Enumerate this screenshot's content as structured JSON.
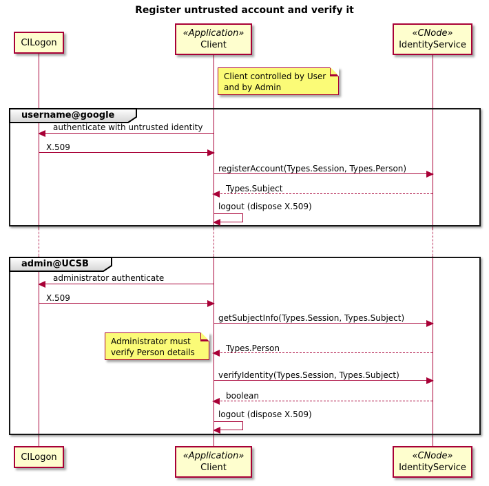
{
  "title": "Register untrusted account and verify it",
  "colors": {
    "accent": "#A80036",
    "participant_fill": "#FEFECE",
    "note_fill": "#FBFB77",
    "frame_border": "#000000"
  },
  "participants": [
    {
      "stereotype": "",
      "name": "CILogon"
    },
    {
      "stereotype": "«Application»",
      "name": "Client"
    },
    {
      "stereotype": "«CNode»",
      "name": "IdentityService"
    }
  ],
  "notes": [
    {
      "lines": [
        "Client controlled by User",
        "and by Admin"
      ]
    },
    {
      "lines": [
        "Administrator must",
        "verify Person details"
      ]
    }
  ],
  "frames": [
    {
      "label": "username@google",
      "messages": [
        {
          "label": "authenticate with untrusted identity",
          "from": "Client",
          "to": "CILogon",
          "style": "solid"
        },
        {
          "label": "X.509",
          "from": "CILogon",
          "to": "Client",
          "style": "solid"
        },
        {
          "label": "registerAccount(Types.Session, Types.Person)",
          "from": "Client",
          "to": "IdentityService",
          "style": "solid"
        },
        {
          "label": "Types.Subject",
          "from": "IdentityService",
          "to": "Client",
          "style": "dashed"
        },
        {
          "label": "logout (dispose X.509)",
          "from": "Client",
          "to": "Client",
          "style": "self"
        }
      ]
    },
    {
      "label": "admin@UCSB",
      "messages": [
        {
          "label": "administrator authenticate",
          "from": "Client",
          "to": "CILogon",
          "style": "solid"
        },
        {
          "label": "X.509",
          "from": "CILogon",
          "to": "Client",
          "style": "solid"
        },
        {
          "label": "getSubjectInfo(Types.Session, Types.Subject)",
          "from": "Client",
          "to": "IdentityService",
          "style": "solid"
        },
        {
          "label": "Types.Person",
          "from": "IdentityService",
          "to": "Client",
          "style": "dashed"
        },
        {
          "label": "verifyIdentity(Types.Session, Types.Subject)",
          "from": "Client",
          "to": "IdentityService",
          "style": "solid"
        },
        {
          "label": "boolean",
          "from": "IdentityService",
          "to": "Client",
          "style": "dashed"
        },
        {
          "label": "logout (dispose X.509)",
          "from": "Client",
          "to": "Client",
          "style": "self"
        }
      ]
    }
  ]
}
